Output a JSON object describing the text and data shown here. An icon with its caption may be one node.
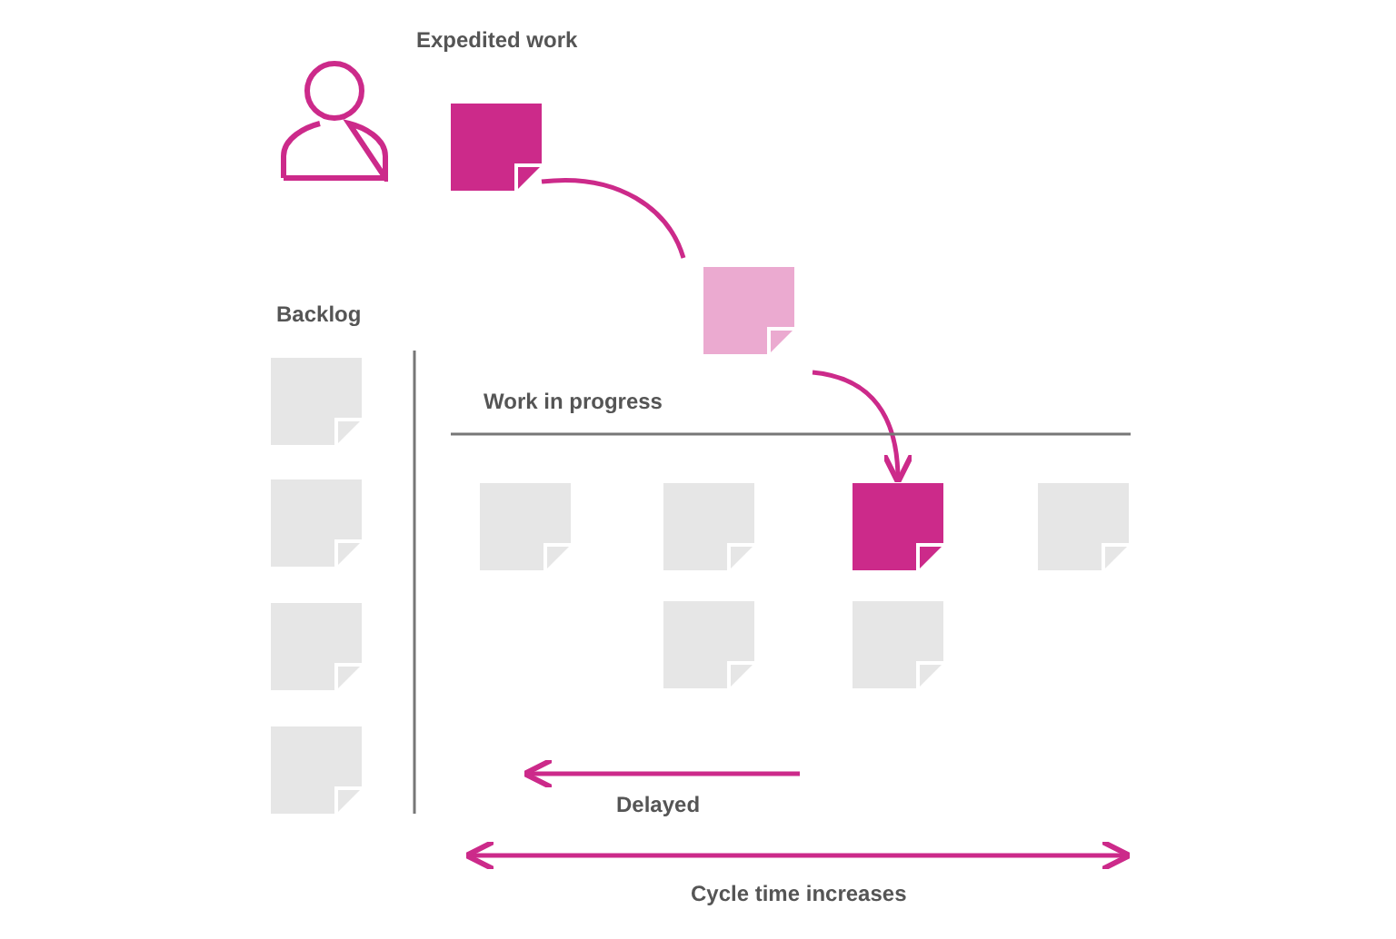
{
  "diagram": {
    "nodes": [
      {
        "text": [],
        "shape": "person"
      },
      {
        "text": [],
        "shape": "box"
      },
      {
        "text": [],
        "shape": "box"
      },
      {
        "text": [],
        "shape": "box"
      },
      {
        "text": [],
        "shape": "box"
      },
      {
        "text": [],
        "shape": "box"
      },
      {
        "text": [],
        "shape": "box"
      },
      {
        "text": [],
        "shape": "box"
      },
      {
        "text": [],
        "shape": "box"
      },
      {
        "text": [],
        "shape": "box"
      },
      {
        "text": [],
        "shape": "box"
      },
      {
        "text": [],
        "shape": "box"
      },
      {
        "text": [],
        "shape": "box"
      }
    ],
    "edges": [
      {
        "from": 1,
        "to": 2,
        "arrow": "none"
      },
      {
        "from": 2,
        "to": 9,
        "arrow": "to"
      }
    ],
    "labels": [
      "Expedited work",
      "Backlog",
      "Work in progress",
      "Delayed",
      "Cycle time increases"
    ]
  }
}
